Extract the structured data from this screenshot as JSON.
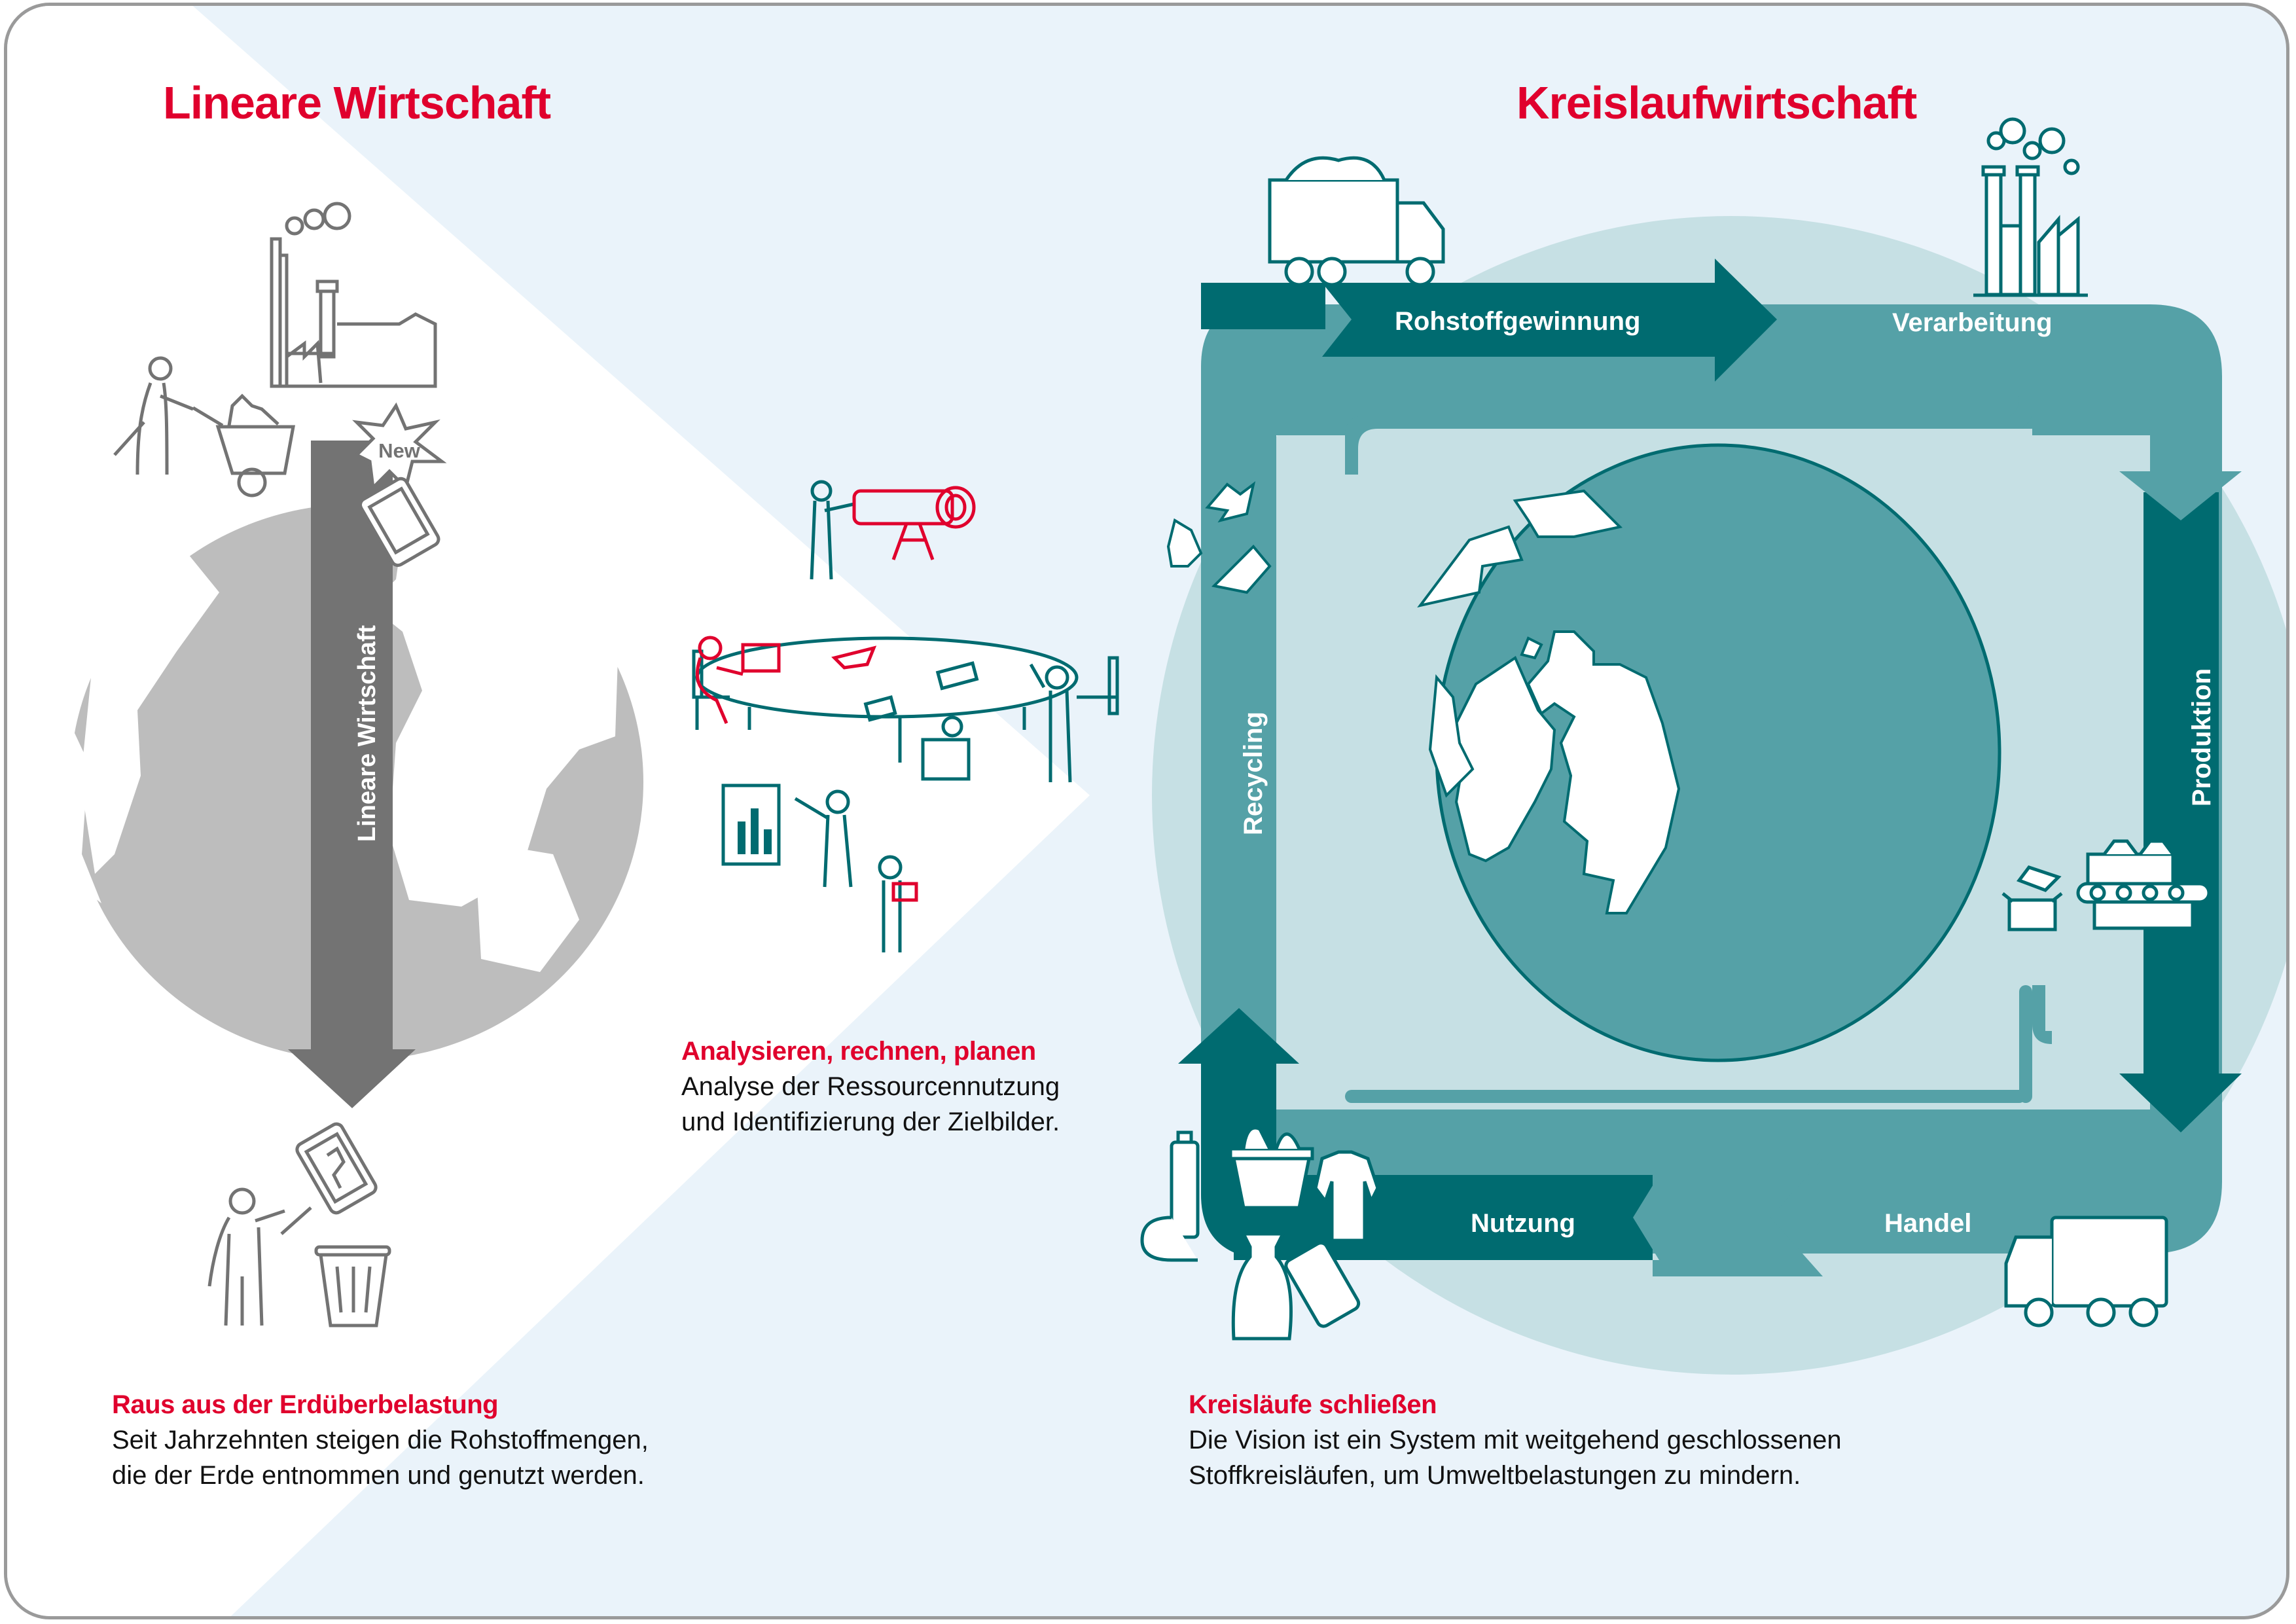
{
  "linear": {
    "title": "Lineare Wirtschaft",
    "arrow_label": "Lineare Wirtschaft",
    "badge": "New",
    "caption_heading": "Raus aus der Erdüberbelastung",
    "caption_lines": [
      "Seit Jahrzehnten steigen die Rohstoffmengen,",
      "die der Erde entnommen und genutzt werden."
    ]
  },
  "middle": {
    "caption_heading": "Analysieren, rechnen, planen",
    "caption_lines": [
      "Analyse der Ressourcennutzung",
      "und Identifizierung der Zielbilder."
    ]
  },
  "circular": {
    "title": "Kreislaufwirtschaft",
    "stages": {
      "rohstoffgewinnung": "Rohstoffgewinnung",
      "verarbeitung": "Verarbeitung",
      "produktion": "Produktion",
      "handel": "Handel",
      "nutzung": "Nutzung",
      "recycling": "Recycling"
    },
    "caption_heading": "Kreisläufe schließen",
    "caption_lines": [
      "Die Vision ist ein System mit weitgehend geschlossenen",
      "Stoffkreisläufen, um Umweltbelastungen zu mindern."
    ]
  },
  "colors": {
    "accent_red": "#e0002d",
    "teal_dark": "#006b70",
    "teal_mid": "#55a1a7",
    "teal_light": "#c6e0e4",
    "bg_light": "#eaf3fa",
    "gray_dark": "#737373",
    "gray_globe": "#bdbdbd"
  }
}
